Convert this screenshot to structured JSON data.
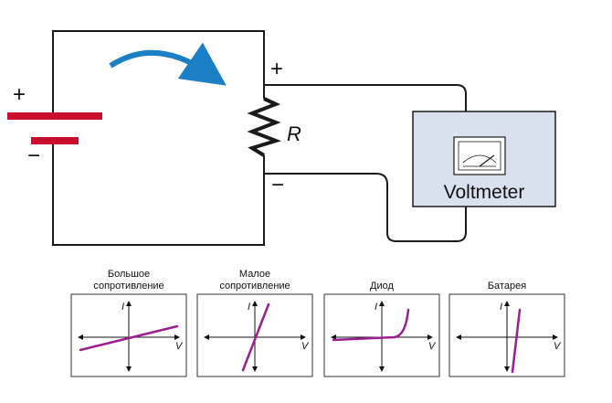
{
  "circuit": {
    "battery_plus": "+",
    "battery_minus": "−",
    "resistor_plus": "+",
    "resistor_minus": "−",
    "resistor_label": "R",
    "voltmeter_label": "Voltmeter",
    "wire_color": "#1a1a1a",
    "battery_color": "#c8102e",
    "arrow_color": "#1a7fc4",
    "voltmeter_fill": "#d9e1ee"
  },
  "graphs": {
    "curve_color": "#9b1f8e",
    "axis_x_label": "V",
    "axis_y_label": "I",
    "panels": [
      {
        "title_lines": [
          "Большое",
          "сопротивление"
        ],
        "curve": "low-slope-line"
      },
      {
        "title_lines": [
          "Малое",
          "сопротивление"
        ],
        "curve": "steep-line"
      },
      {
        "title_lines": [
          "Диод"
        ],
        "curve": "diode-exponential"
      },
      {
        "title_lines": [
          "Батарея"
        ],
        "curve": "near-vertical-line"
      }
    ]
  }
}
